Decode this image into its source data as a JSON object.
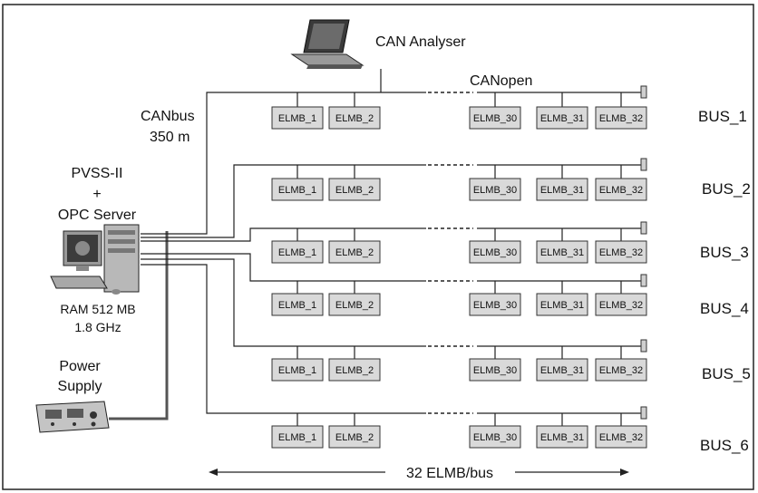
{
  "labels": {
    "can_analyser": "CAN Analyser",
    "canopen": "CANopen",
    "canbus": "CANbus",
    "canbus_length": "350 m",
    "pvss": "PVSS-II",
    "plus": "+",
    "opc_server": "OPC Server",
    "ram": "RAM 512 MB",
    "cpu": "1.8 GHz",
    "power": "Power",
    "supply": "Supply",
    "per_bus": "32 ELMB/bus"
  },
  "node_labels": [
    "ELMB_1",
    "ELMB_2",
    "ELMB_30",
    "ELMB_31",
    "ELMB_32"
  ],
  "buses": [
    "BUS_1",
    "BUS_2",
    "BUS_3",
    "BUS_4",
    "BUS_5",
    "BUS_6"
  ]
}
